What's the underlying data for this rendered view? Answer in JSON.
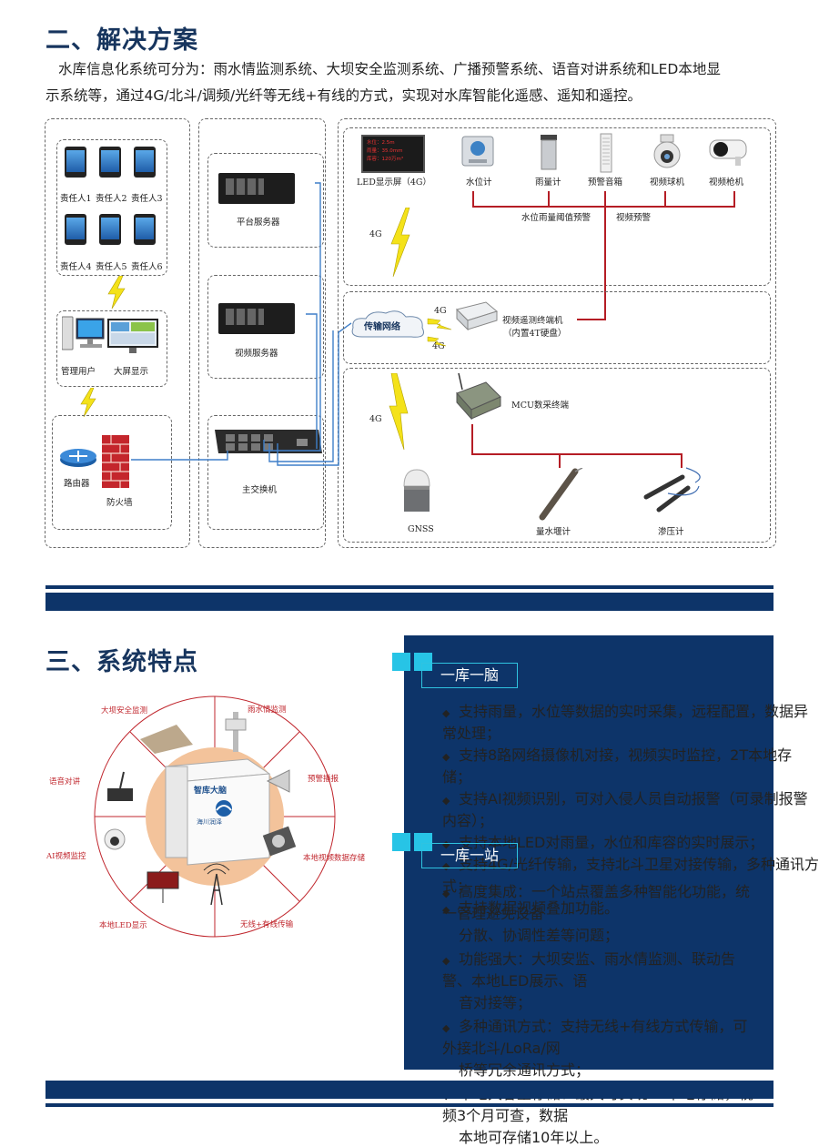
{
  "section2": {
    "title": "二、解决方案",
    "intro_line1": "水库信息化系统可分为：雨水情监测系统、大坝安全监测系统、广播预警系统、语音对讲系统和LED本地显",
    "intro_line2": "示系统等，通过4G/北斗/调频/光纤等无线+有线的方式，实现对水库智能化遥感、遥知和遥控。"
  },
  "diagram": {
    "responsible": [
      "责任人1",
      "责任人2",
      "责任人3",
      "责任人4",
      "责任人5",
      "责任人6"
    ],
    "admin_user": "管理用户",
    "big_screen": "大屏显示",
    "router": "路由器",
    "firewall": "防火墙",
    "platform_server": "平台服务器",
    "video_server": "视频服务器",
    "main_switch": "主交换机",
    "led_screen": "LED显示屏（4G）",
    "water_level": "水位计",
    "rain_gauge": "雨量计",
    "alarm_speaker": "预警音箱",
    "video_dome": "视频球机",
    "video_bullet": "视频枪机",
    "threshold_alarm": "水位雨量阈值预警",
    "video_alarm": "视频预警",
    "g4_a": "4G",
    "g4_b": "4G",
    "g4_c": "4G",
    "g4_d": "4G",
    "network": "传输网络",
    "video_terminal": "视频遥测终端机",
    "video_terminal_sub": "（内置4T硬盘）",
    "mcu": "MCU数采终端",
    "gnss": "GNSS",
    "weir_meter": "量水堰计",
    "piezometer": "渗压计",
    "led_rows": [
      "水位：2.5m",
      "雨量：35.0mm",
      "库容：120万m³"
    ]
  },
  "section3": {
    "title": "三、系统特点",
    "wheel": {
      "center_label": "智库大脑",
      "center_brand": "海川润泽",
      "segments": [
        "大坝安全监测",
        "雨水情监测",
        "预警播报",
        "本地视频数据存储",
        "无线+有线传输",
        "本地LED显示",
        "AI视频监控",
        "语音对讲"
      ]
    },
    "panel1": {
      "badge": "一库一脑",
      "items": [
        "支持雨量，水位等数据的实时采集，远程配置，数据异常处理；",
        "支持8路网络摄像机对接，视频实时监控，2T本地存储；",
        "支持AI视频识别，可对入侵人员自动报警（可录制报警内容）；",
        "支持本地LED对雨量，水位和库容的实时展示；",
        "支持4G/光纤传输，支持北斗卫星对接传输，多种通讯方式；",
        "支持数据视频叠加功能。"
      ]
    },
    "panel2": {
      "badge": "一库一站",
      "items": [
        {
          "l1": "高度集成：一个站点覆盖多种智能化功能，统一管理避免设备",
          "l2": "分散、协调性差等问题；"
        },
        {
          "l1": "功能强大：大坝安监、雨水情监测、联动告警、本地LED展示、语",
          "l2": "音对接等；"
        },
        {
          "l1": "多种通讯方式：支持无线+有线方式传输，可外接北斗/LoRa/网",
          "l2": "桥等冗余通讯方式；"
        },
        {
          "l1": "本地大容量存储：最大可实现4T本地存储，视频3个月可查，数据",
          "l2": "本地可存储10年以上。"
        }
      ]
    }
  },
  "colors": {
    "navy": "#0d3469",
    "accent": "#27c4e6",
    "red": "#b51d25",
    "title": "#17355e"
  }
}
